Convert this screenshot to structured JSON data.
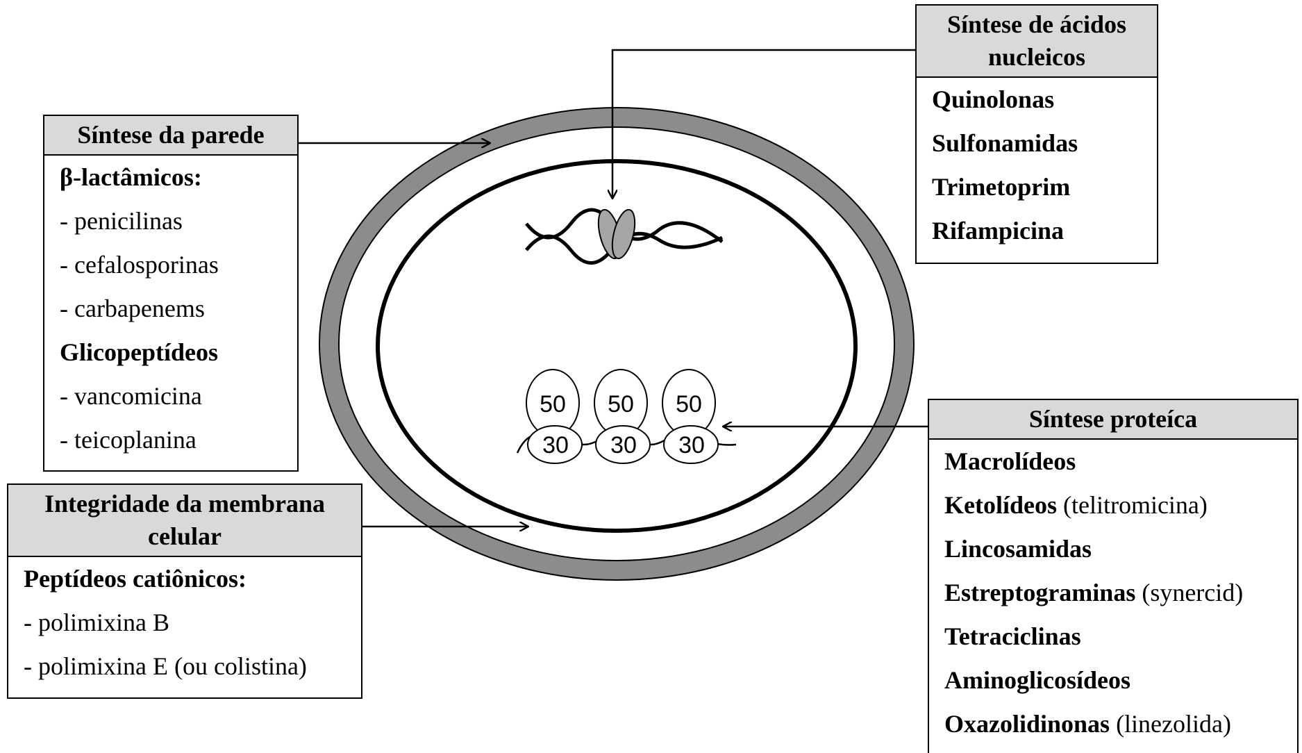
{
  "wall_box": {
    "title": "Síntese da parede",
    "items": [
      {
        "bold": "β-lactâmicos:",
        "normal": ""
      },
      {
        "bold": "",
        "normal": "- penicilinas"
      },
      {
        "bold": "",
        "normal": "- cefalosporinas"
      },
      {
        "bold": "",
        "normal": "- carbapenems"
      },
      {
        "bold": "Glicopeptídeos",
        "normal": ""
      },
      {
        "bold": "",
        "normal": "- vancomicina"
      },
      {
        "bold": "",
        "normal": "- teicoplanina"
      }
    ]
  },
  "nucleic_box": {
    "title": "Síntese de ácidos nucleicos",
    "items": [
      {
        "bold": "Quinolonas",
        "normal": ""
      },
      {
        "bold": "Sulfonamidas",
        "normal": ""
      },
      {
        "bold": "Trimetoprim",
        "normal": ""
      },
      {
        "bold": "Rifampicina",
        "normal": ""
      }
    ]
  },
  "membrane_box": {
    "title": "Integridade da membrana celular",
    "items": [
      {
        "bold": "Peptídeos catiônicos:",
        "normal": ""
      },
      {
        "bold": "",
        "normal": "- polimixina B"
      },
      {
        "bold": "",
        "normal": "- polimixina E (ou colistina)"
      }
    ]
  },
  "protein_box": {
    "title": "Síntese proteíca",
    "items": [
      {
        "bold": "Macrolídeos",
        "normal": ""
      },
      {
        "bold": "Ketolídeos",
        "normal": " (telitromicina)"
      },
      {
        "bold": "Lincosamidas",
        "normal": ""
      },
      {
        "bold": "Estreptograminas",
        "normal": " (synercid)"
      },
      {
        "bold": "Tetraciclinas",
        "normal": ""
      },
      {
        "bold": "Aminoglicosídeos",
        "normal": ""
      },
      {
        "bold": "Oxazolidinonas",
        "normal": " (linezolida)"
      }
    ]
  },
  "ribosomes": {
    "large_label": "50",
    "small_label": "30",
    "count": 3
  },
  "colors": {
    "cell_wall": "#8c8c8c",
    "header_fill": "#d9d9d9",
    "dna_protein": "#a6a6a6"
  }
}
